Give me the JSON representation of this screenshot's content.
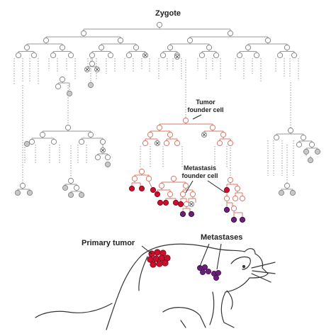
{
  "labels": {
    "zygote": "Zygote",
    "tumor_founder_line1": "Tumor",
    "tumor_founder_line2": "founder cell",
    "metastasis_founder_line1": "Metastasis",
    "metastasis_founder_line2": "founder cell",
    "primary_tumor": "Primary tumor",
    "metastases": "Metastases"
  },
  "colors": {
    "lineage_line": "#9a9a9a",
    "tumor_line": "#d4796a",
    "node_fill": "#ffffff",
    "node_stroke": "#8a8a8a",
    "gray_cell": "#c8c8c8",
    "tumor_cell": "#c8102e",
    "metastasis_cell": "#6b1e7a",
    "tumor_node_stroke": "#d4796a",
    "mouse_outline": "#333333"
  },
  "icons": {
    "dead_cell": "x-mark-icon",
    "mouse": "mouse-drawing"
  }
}
